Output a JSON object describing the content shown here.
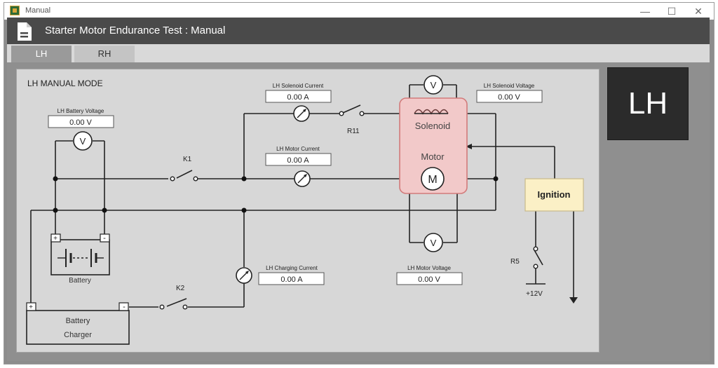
{
  "window": {
    "title": "Manual",
    "minimize": "—",
    "maximize": "☐",
    "close": "✕"
  },
  "header": {
    "title": "Starter Motor Endurance Test : Manual"
  },
  "tabs": [
    {
      "label": "LH"
    },
    {
      "label": "RH"
    }
  ],
  "side_badge": "LH",
  "panel": {
    "title": "LH MANUAL MODE",
    "battery_voltage": {
      "label": "LH Battery Voltage",
      "value": "0.00 V"
    },
    "solenoid_current": {
      "label": "LH Solenoid Current",
      "value": "0.00 A"
    },
    "solenoid_voltage": {
      "label": "LH Solenoid Voltage",
      "value": "0.00 V"
    },
    "motor_current": {
      "label": "LH Motor Current",
      "value": "0.00 A"
    },
    "charging_current": {
      "label": "LH Charging Current",
      "value": "0.00 A"
    },
    "motor_voltage": {
      "label": "LH Motor Voltage",
      "value": "0.00 V"
    },
    "components": {
      "k1": "K1",
      "k2": "K2",
      "r11": "R11",
      "r5": "R5",
      "solenoid": "Solenoid",
      "motor": "Motor",
      "motor_symbol": "M",
      "voltmeter_symbol": "V",
      "battery": "Battery",
      "charger_line1": "Battery",
      "charger_line2": "Charger",
      "plus": "+",
      "minus": "-",
      "ignition": "Ignition",
      "supply": "+12V"
    }
  },
  "colors": {
    "header_bg": "#4a4a4a",
    "panel_bg": "#d7d7d7",
    "solenoid_box": "#f2c9c9",
    "solenoid_border": "#d27b7b",
    "ignition_box": "#fbf0c6",
    "badge_bg": "#2b2b2b"
  }
}
